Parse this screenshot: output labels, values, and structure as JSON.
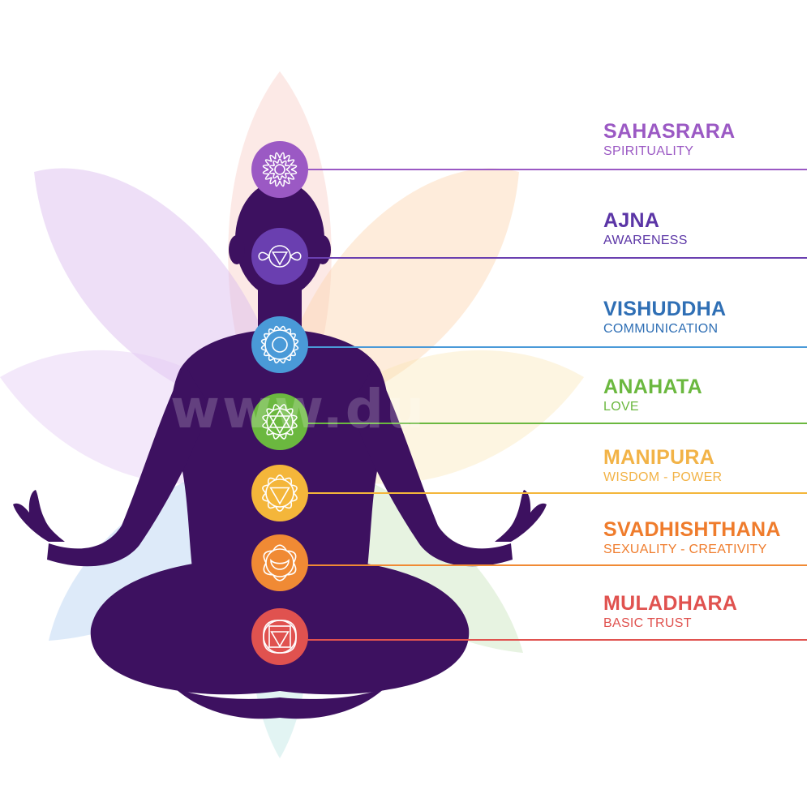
{
  "chakras": [
    {
      "name": "SAHASRARA",
      "meaning": "SPIRITUALITY",
      "color": "#9b59c4",
      "text_color": "#9b59c4",
      "icon": "thousand-petal-lotus-icon"
    },
    {
      "name": "AJNA",
      "meaning": "AWARENESS",
      "color": "#6a3fb0",
      "text_color": "#5b35a6",
      "icon": "two-petal-triangle-icon"
    },
    {
      "name": "VISHUDDHA",
      "meaning": "COMMUNICATION",
      "color": "#4a9ad8",
      "text_color": "#2f6fb5",
      "icon": "sixteen-petal-circle-icon"
    },
    {
      "name": "ANAHATA",
      "meaning": "LOVE",
      "color": "#6bb83f",
      "text_color": "#6bb83f",
      "icon": "hexagram-lotus-icon"
    },
    {
      "name": "MANIPURA",
      "meaning": "WISDOM - POWER",
      "color": "#f4b63a",
      "text_color": "#f2b347",
      "icon": "ten-petal-triangle-icon"
    },
    {
      "name": "SVADHISHTHANA",
      "meaning": "SEXUALITY - CREATIVITY",
      "color": "#f08a34",
      "text_color": "#ef7c2c",
      "icon": "crescent-lotus-icon"
    },
    {
      "name": "MULADHARA",
      "meaning": "BASIC TRUST",
      "color": "#e0524f",
      "text_color": "#e0524f",
      "icon": "square-triangle-lotus-icon"
    }
  ],
  "watermark": "www.du",
  "colors": {
    "silhouette": "#3d1160",
    "background": "#ffffff"
  }
}
